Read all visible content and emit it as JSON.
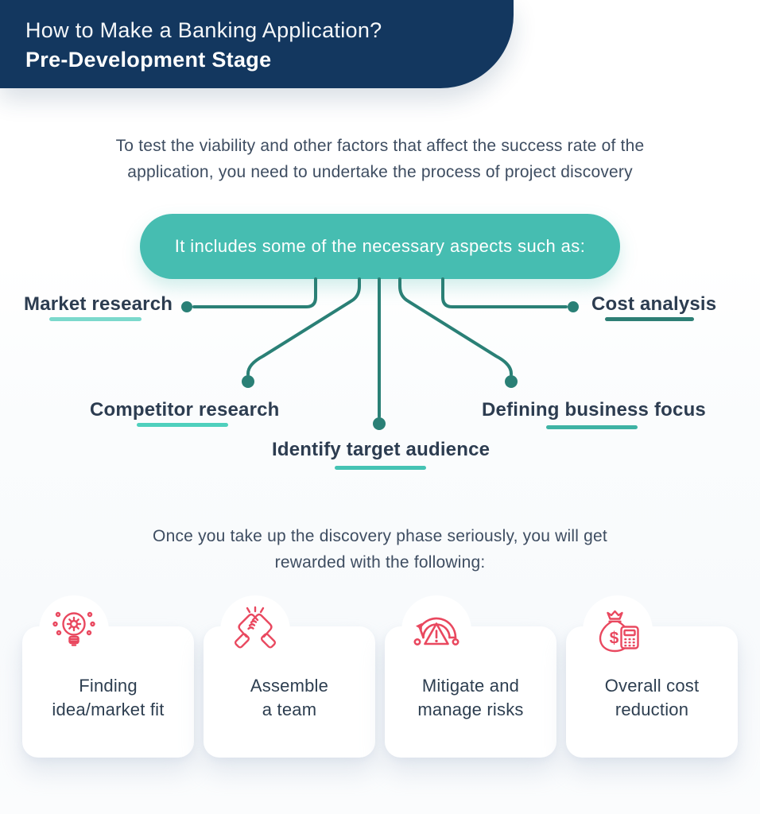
{
  "colors": {
    "header_bg": "#13375F",
    "pill_bg": "#46BDB1",
    "connector_line": "#2A8076",
    "heading_text": "#2C3C50",
    "body_text": "#3E4D61",
    "card_label_text": "#2D3E50",
    "icon_red": "#E9485F",
    "card_bg": "#FFFFFF"
  },
  "header": {
    "line1": "How to Make a Banking Application?",
    "line2": "Pre-Development Stage"
  },
  "intro": {
    "line1": "To test the viability and other factors that affect the success rate of the",
    "line2": "application, you need to undertake the process of project discovery"
  },
  "aspects": {
    "pill_label": "It includes some of the necessary aspects such as:",
    "items": [
      {
        "label": "Market research",
        "underline_color": "#7BD9CC"
      },
      {
        "label": "Competitor research",
        "underline_color": "#4FD0BD"
      },
      {
        "label": "Identify target audience",
        "underline_color": "#45C3B4"
      },
      {
        "label": "Defining business focus",
        "underline_color": "#3EB3A4"
      },
      {
        "label": "Cost analysis",
        "underline_color": "#2E7F75"
      }
    ]
  },
  "rewards": {
    "line1": "Once you take up the discovery phase seriously, you will get",
    "line2": "rewarded with the following:",
    "cards": [
      {
        "icon": "idea-bulb-gear-icon",
        "line1": "Finding",
        "line2": "idea/market fit"
      },
      {
        "icon": "handshake-icon",
        "line1": "Assemble",
        "line2": "a team"
      },
      {
        "icon": "risk-gauge-warning-icon",
        "line1": "Mitigate and",
        "line2": "manage risks"
      },
      {
        "icon": "money-bag-calculator-icon",
        "line1": "Overall cost",
        "line2": "reduction",
        "dollar_glyph": "$"
      }
    ]
  }
}
